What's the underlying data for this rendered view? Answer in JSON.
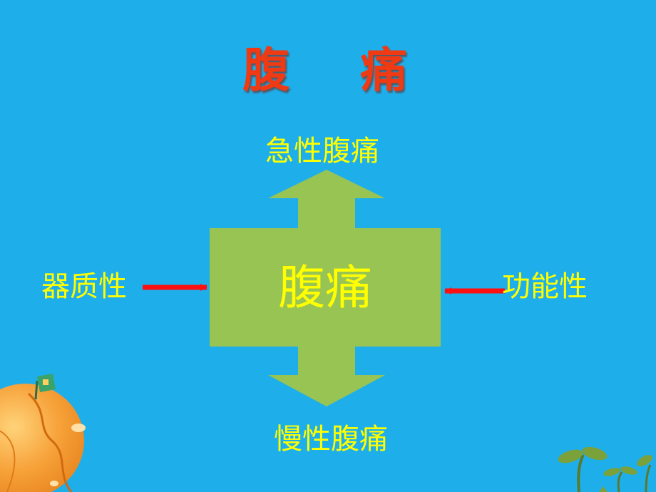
{
  "title": "腹 痛",
  "center_label": "腹痛",
  "top_label": "急性腹痛",
  "bottom_label": "慢性腹痛",
  "left_label": "器质性",
  "right_label": "功能性",
  "colors": {
    "background": "#1eaeea",
    "title": "#f03a14",
    "label_text": "#ffff00",
    "center_box": "#98c454",
    "arrow_fill": "#98c454",
    "side_arrow": "#ff1010"
  },
  "icons": [
    "orange-planet-icon",
    "kite-flag-icon",
    "sprout-icon"
  ]
}
